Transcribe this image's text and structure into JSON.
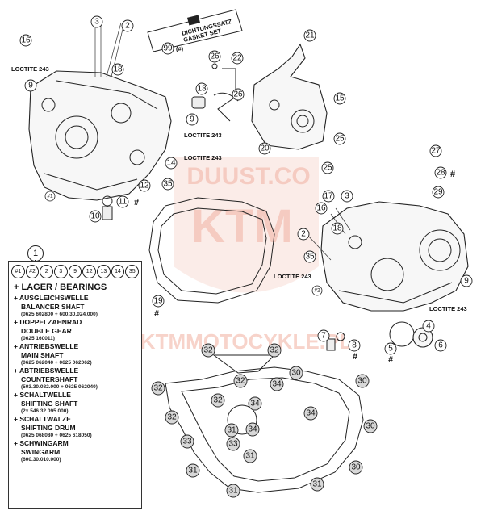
{
  "gasket_set": {
    "label_line1": "DICHTUNGSSATZ",
    "label_line2": "GASKET SET",
    "ref": "99",
    "suffix": "(#)"
  },
  "callouts": {
    "c1": "1",
    "c2": "2",
    "c3": "3",
    "c4": "4",
    "c5": "5",
    "c6": "6",
    "c7": "7",
    "c8": "8",
    "c9": "9",
    "c10": "10",
    "c11": "11",
    "c12": "12",
    "c13": "13",
    "c14": "14",
    "c15": "15",
    "c16": "16",
    "c17": "17",
    "c18": "18",
    "c19": "19",
    "c20": "20",
    "c21": "21",
    "c22": "22",
    "c25": "25",
    "c26": "26",
    "c27": "27",
    "c28": "28",
    "c29": "29",
    "c30": "30",
    "c31": "31",
    "c32": "32",
    "c33": "33",
    "c34": "34",
    "c35": "35"
  },
  "labels": {
    "loctite": "LOCTITE 243",
    "hash": "#",
    "half1": "#1",
    "half2": "#2"
  },
  "watermark": {
    "line1": "DUUST.CO",
    "line2": "KTMMOTOCYKLE.PL",
    "brand": "KTM"
  },
  "legend": {
    "ref": "1",
    "chips": [
      "#1",
      "#2",
      "2",
      "3",
      "9",
      "12",
      "13",
      "14",
      "35"
    ],
    "title": "+ LAGER / BEARINGS",
    "items": [
      {
        "de": "+ AUSGLEICHSWELLE",
        "en": "BALANCER SHAFT",
        "pn": "(0625 602800 + 600.30.024.000)"
      },
      {
        "de": "+ DOPPELZAHNRAD",
        "en": "DOUBLE GEAR",
        "pn": "(0625 160011)"
      },
      {
        "de": "+ ANTRIEBSWELLE",
        "en": "MAIN SHAFT",
        "pn": "(0625 062040 + 0625 062062)"
      },
      {
        "de": "+ ABTRIEBSWELLE",
        "en": "COUNTERSHAFT",
        "pn": "(503.30.082.000 + 0625 062040)"
      },
      {
        "de": "+ SCHALTWELLE",
        "en": "SHIFTING SHAFT",
        "pn": "(2x 546.32.095.000)"
      },
      {
        "de": "+ SCHALTWALZE",
        "en": "SHIFTING DRUM",
        "pn": "(0625 068080 + 0625 618050)"
      },
      {
        "de": "+ SCHWINGARM",
        "en": "SWINGARM",
        "pn": "(600.30.010.000)"
      }
    ]
  }
}
